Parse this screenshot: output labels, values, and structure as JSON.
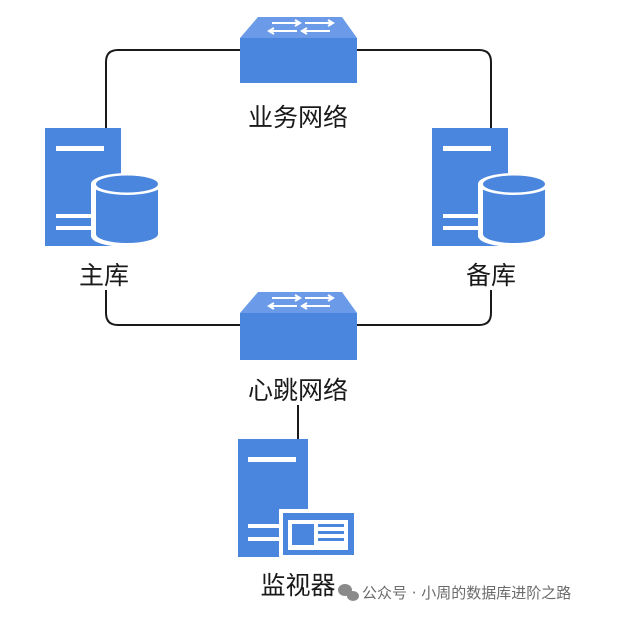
{
  "nodes": {
    "business_switch": {
      "label": "业务网络",
      "icon": "network-switch-icon"
    },
    "heartbeat_switch": {
      "label": "心跳网络",
      "icon": "network-switch-icon"
    },
    "primary_db": {
      "label": "主库",
      "icon": "database-server-icon"
    },
    "standby_db": {
      "label": "备库",
      "icon": "database-server-icon"
    },
    "monitor": {
      "label": "监视器",
      "icon": "monitor-server-icon"
    }
  },
  "watermark": {
    "text": "公众号 · 小周的数据库进阶之路",
    "icon": "wechat-logo-icon"
  },
  "colors": {
    "icon_blue": "#4a86dd",
    "icon_dark": "#2f6cc9",
    "line": "#1a1a1a",
    "label": "#1a1a1a",
    "watermark": "#6b6b6b"
  }
}
